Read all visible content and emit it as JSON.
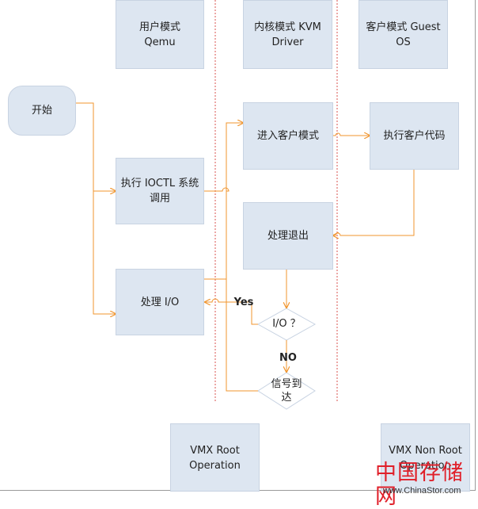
{
  "lanes": {
    "user": "用户模式\nQemu",
    "kernel": "内核模式 KVM\nDriver",
    "guest": "客户模式 Guest\nOS"
  },
  "nodes": {
    "start": "开始",
    "ioctl": "执行 IOCTL 系统\n调用",
    "enter_guest": "进入客户模式",
    "exec_guest": "执行客户代码",
    "handle_exit": "处理退出",
    "handle_io": "处理 I/O",
    "io_decision": "I/O ？",
    "signal_decision": "信号到\n达"
  },
  "edge_labels": {
    "yes": "Yes",
    "no": "NO"
  },
  "footer": {
    "vmx_root": "VMX Root\nOperation",
    "vmx_non_root": "VMX Non Root\nOperation"
  },
  "watermark": {
    "text": "中国存储网",
    "url": "www.ChinaStor.com"
  },
  "colors": {
    "arrow": "#f0952e",
    "divider": "#d9534f",
    "box_fill": "#dde6f1"
  }
}
